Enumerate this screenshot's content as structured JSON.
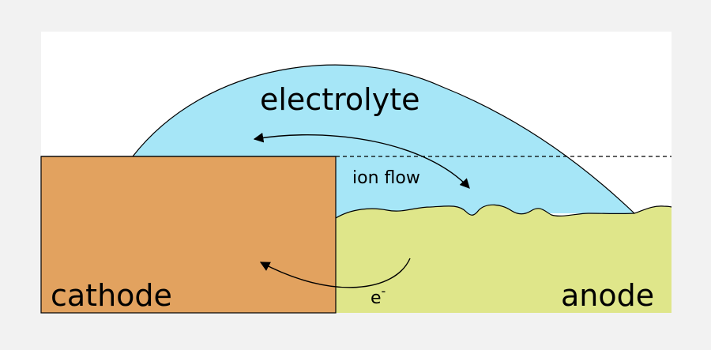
{
  "labels": {
    "electrolyte": "electrolyte",
    "ion_flow": "ion flow",
    "cathode": "cathode",
    "anode": "anode",
    "electron": "e",
    "electron_charge": "-"
  },
  "colors": {
    "page_background": "#f2f2f2",
    "panel_background": "#ffffff",
    "electrolyte": "#a6e6f7",
    "cathode": "#e2a25f",
    "anode": "#dfe68a",
    "outline": "#000000"
  }
}
